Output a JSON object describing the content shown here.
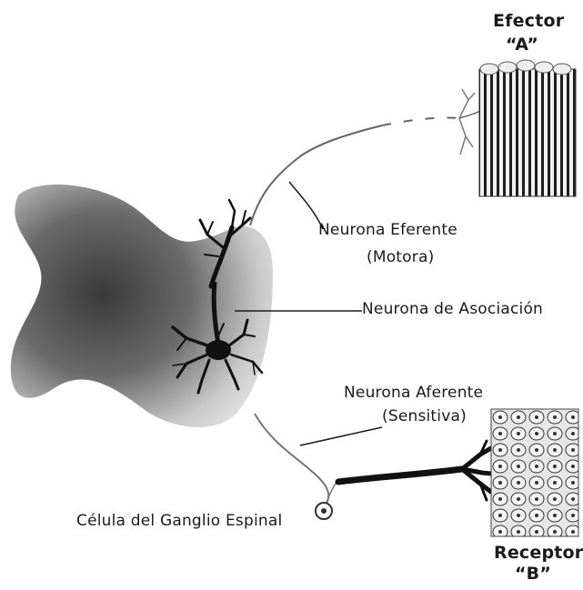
{
  "labels": {
    "effector_title": "Efector",
    "effector_letter": "“A”",
    "efferent_line1": "Neurona Eferente",
    "efferent_line2": "(Motora)",
    "association": "Neurona de Asociación",
    "afferent_line1": "Neurona Aferente",
    "afferent_line2": "(Sensitiva)",
    "ganglion_cell": "Célula del Ganglio Espinal",
    "receptor_title": "Receptor",
    "receptor_letter": "“B”"
  },
  "colors": {
    "ink": "#1a1a1a",
    "grey_matter": "#555555",
    "white_matter": "#cfcfcf",
    "background": "#ffffff"
  }
}
